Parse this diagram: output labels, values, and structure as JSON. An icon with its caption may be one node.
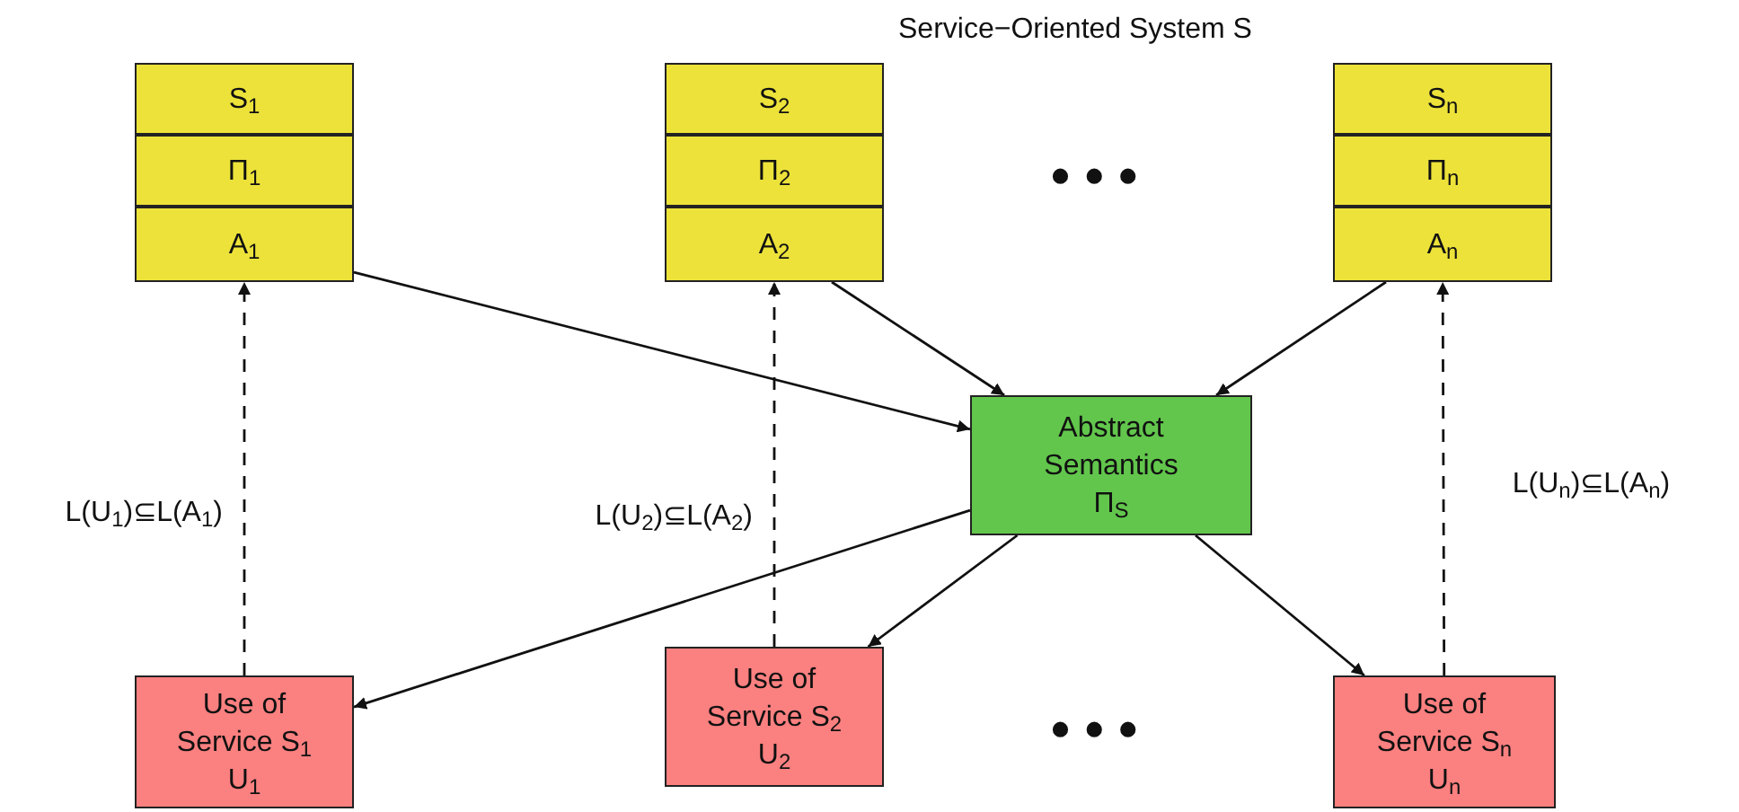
{
  "diagram": {
    "nodes": [
      {
        "text": [
          "S$_{1}$"
        ]
      },
      {
        "text": [
          "Π$_{1}$"
        ]
      },
      {
        "text": [
          "A$_{1}$"
        ]
      },
      {
        "text": [
          "S$_{2}$"
        ]
      },
      {
        "text": [
          "Π$_{2}$"
        ]
      },
      {
        "text": [
          "A$_{2}$"
        ]
      },
      {
        "text": [
          "S$_{n}$"
        ]
      },
      {
        "text": [
          "Π$_{n}$"
        ]
      },
      {
        "text": [
          "A$_{n}$"
        ]
      },
      {
        "text": [
          "Abstract Semantics",
          "Π$_{S}$"
        ]
      },
      {
        "text": [
          "Use of Service S$_{1}$",
          "U$_{1}$"
        ]
      },
      {
        "text": [
          "Use of Service S$_{2}$",
          "U$_{2}$"
        ]
      },
      {
        "text": [
          "Use of Service S$_{n}$",
          "U$_{n}$"
        ]
      }
    ],
    "edges": [
      {
        "from": 2,
        "to": 9,
        "arrow": "to"
      },
      {
        "from": 5,
        "to": 9,
        "arrow": "to"
      },
      {
        "from": 8,
        "to": 9,
        "arrow": "to"
      },
      {
        "from": 9,
        "to": 10,
        "arrow": "to"
      },
      {
        "from": 9,
        "to": 11,
        "arrow": "to"
      },
      {
        "from": 9,
        "to": 12,
        "arrow": "to"
      },
      {
        "from": 10,
        "to": 2,
        "arrow": "to",
        "style": "dashed",
        "label": "L(U$_{1}$)⊆L(A$_{1}$)"
      },
      {
        "from": 11,
        "to": 5,
        "arrow": "to",
        "style": "dashed",
        "label": "L(U$_{2}$)⊆L(A$_{2}$)"
      },
      {
        "from": 12,
        "to": 8,
        "arrow": "to",
        "style": "dashed",
        "label": "L(U$_{n}$)⊆L(A$_{n}$)"
      }
    ],
    "labels": [
      "• • •",
      "• • •"
    ],
    "title": "Service−Oriented System S"
  }
}
